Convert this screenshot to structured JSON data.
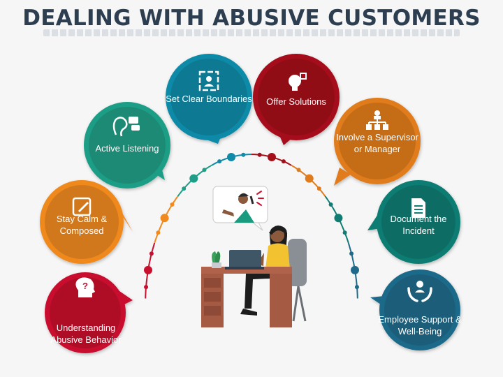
{
  "title": "DEALING WITH ABUSIVE CUSTOMERS",
  "colors": {
    "red": "#c8102e",
    "orange": "#f0891e",
    "green": "#1e9e86",
    "teal": "#0f8aa8",
    "darkred": "#a50f1a",
    "amber": "#e07b1b",
    "darkteal": "#0f7d73",
    "navy": "#1f6a8a"
  },
  "steps": [
    {
      "id": "understanding",
      "label": "Understanding Abusive Behavior",
      "icon": "question-head-icon",
      "color": "#c8102e"
    },
    {
      "id": "stay-calm",
      "label": "Stay Calm & Composed",
      "icon": "note-pen-icon",
      "color": "#f0891e"
    },
    {
      "id": "active-listening",
      "label": "Active Listening",
      "icon": "ear-chat-icon",
      "color": "#1e9e86"
    },
    {
      "id": "boundaries",
      "label": "Set Clear Boundaries",
      "icon": "frame-person-icon",
      "color": "#0f8aa8"
    },
    {
      "id": "solutions",
      "label": "Offer Solutions",
      "icon": "bulb-puzzle-icon",
      "color": "#a50f1a"
    },
    {
      "id": "supervisor",
      "label": "Involve a Supervisor or Manager",
      "icon": "hierarchy-icon",
      "color": "#e07b1b"
    },
    {
      "id": "document",
      "label": "Document the Incident",
      "icon": "document-icon",
      "color": "#0f7d73"
    },
    {
      "id": "support",
      "label": "Employee Support & Well-Being",
      "icon": "hands-person-icon",
      "color": "#1f6a8a"
    }
  ]
}
